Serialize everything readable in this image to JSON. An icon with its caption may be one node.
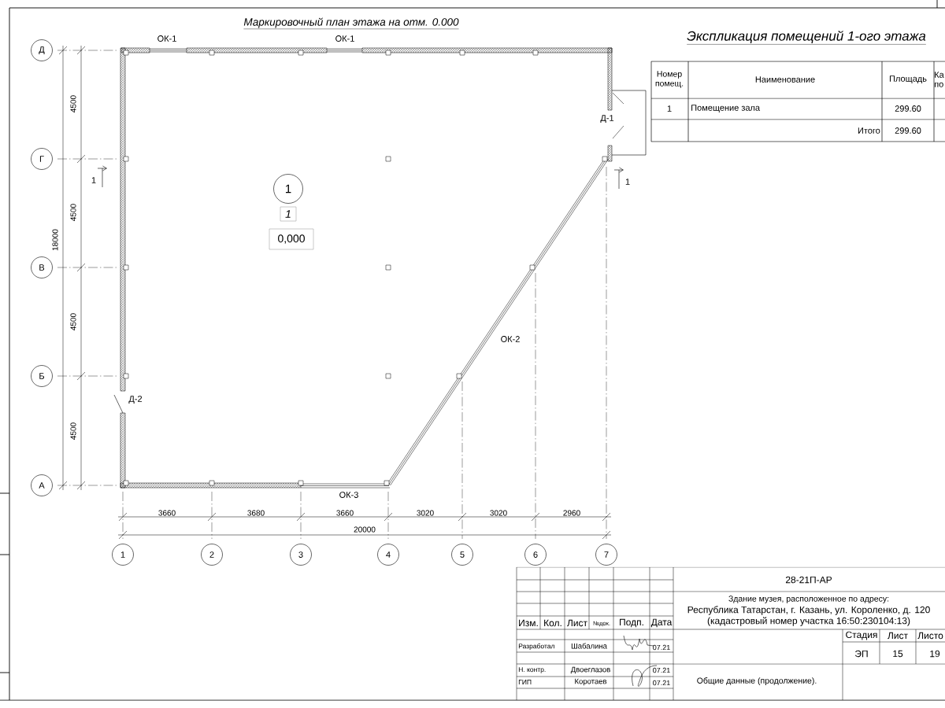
{
  "diagram": {
    "title": "Маркировочный план этажа на отм. 0.000",
    "nodes": [
      {
        "text": [
          "Д"
        ]
      },
      {
        "text": [
          "Г"
        ]
      },
      {
        "text": [
          "В"
        ]
      },
      {
        "text": [
          "Б"
        ]
      },
      {
        "text": [
          "А"
        ]
      },
      {
        "text": [
          "1"
        ]
      },
      {
        "text": [
          "2"
        ]
      },
      {
        "text": [
          "3"
        ]
      },
      {
        "text": [
          "4"
        ]
      },
      {
        "text": [
          "5"
        ]
      },
      {
        "text": [
          "6"
        ]
      },
      {
        "text": [
          "7"
        ]
      },
      {
        "text": [
          "1"
        ]
      },
      {
        "text": [
          "1"
        ]
      },
      {
        "text": [
          "0,000"
        ]
      }
    ],
    "labels": [
      "Экспликация помещений 1-ого этажа",
      "ОК-1",
      "ОК-1",
      "4500",
      "Д-1",
      "1",
      "1",
      "4500",
      "18000",
      "4500",
      "ОК-2",
      "Д-2",
      "4500",
      "ОК-3",
      "3660",
      "3680",
      "3660",
      "3020",
      "3020",
      "2960",
      "20000",
      "Номер помещ.",
      "Наименование",
      "Площадь",
      "Ка по",
      "1",
      "Помещение зала",
      "299.60",
      "Итого",
      "299.60",
      "28-21П-АР",
      "Здание музея, расположенное по адресу:",
      "Республика Татарстан, г. Казань, ул. Короленко, д. 120",
      "Изм.",
      "Кол.",
      "Лист",
      "№док.",
      "Подп.",
      "Дата",
      "(кадастровый номер участка 16:50:230104:13)",
      "Разработал",
      "Шабалина",
      "07.21",
      "Стадия",
      "Лист",
      "Листо",
      "ЭП",
      "15",
      "19",
      "Н. контр.",
      "Двоеглазов",
      "07.21",
      "ГИП",
      "Коротаев",
      "07.21",
      "Общие данные (продолжение)."
    ]
  }
}
